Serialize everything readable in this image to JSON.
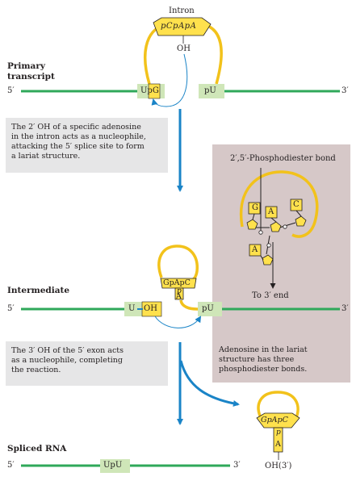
{
  "primary": {
    "heading_line1": "Primary",
    "heading_line2": "transcript",
    "end5": "5′",
    "end3": "3′",
    "intron_label": "Intron",
    "intron_seq": "pCpApA",
    "oh": "OH",
    "upg": "UpG",
    "pu": "pU"
  },
  "step1_note": [
    "The 2′ OH of a specific adenosine",
    "in the intron acts as a nucleophile,",
    "attacking the 5′ splice site to form",
    "a lariat structure."
  ],
  "inset": {
    "title": "2′,5′-Phosphodiester bond",
    "bases": [
      "G",
      "A",
      "C",
      "A"
    ],
    "to_end": "To 3′ end",
    "note": [
      "Adenosine in the lariat",
      "structure has three",
      "phosphodiester bonds."
    ]
  },
  "intermediate": {
    "heading": "Intermediate",
    "end5": "5′",
    "end3": "3′",
    "seq_top": "GpApC",
    "seq_p": "p",
    "seq_a": "A",
    "u": "U",
    "oh": "OH",
    "pu": "pU"
  },
  "step2_note": [
    "The 3′ OH of  the 5′ exon acts",
    "as a nucleophile, completing",
    "the reaction."
  ],
  "spliced": {
    "heading": "Spliced RNA",
    "end5": "5′",
    "end3": "3′",
    "upu": "UpU",
    "seq_top": "GpApC",
    "seq_p": "p",
    "seq_a": "A",
    "oh_end": "OH(3′)"
  },
  "colors": {
    "exon": "#2fa85a",
    "intron": "#f2c21b",
    "base_fill": "#ffe14d",
    "exon_box": "#cfe6b8",
    "arrow": "#1a84c7",
    "note_bg": "#e6e6e7",
    "inset_bg": "#d6c8c8"
  }
}
